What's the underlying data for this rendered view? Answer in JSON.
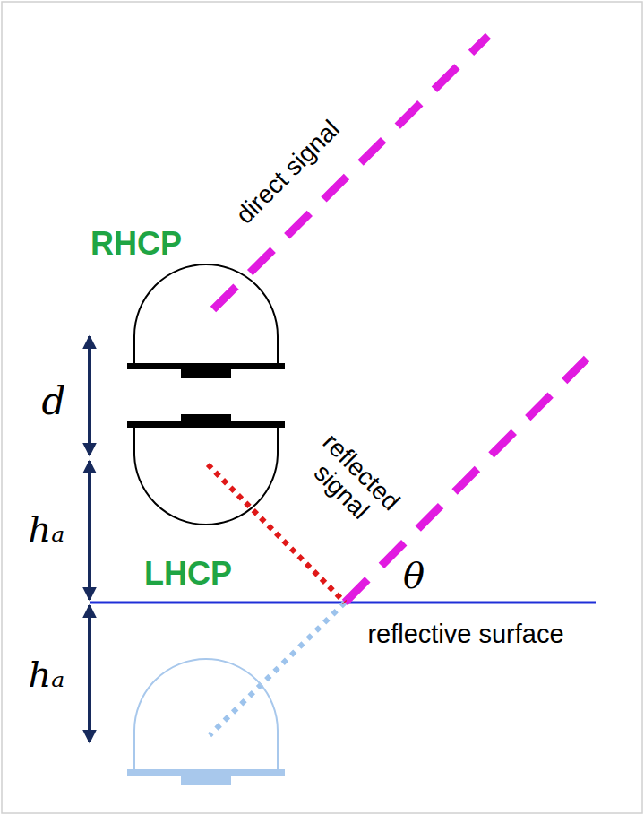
{
  "diagram": {
    "labels": [
      "direct signal",
      "RHCP",
      "d",
      "reflected signal",
      "hₐ",
      "LHCP",
      "θ",
      "reflective surface",
      "hₐ"
    ]
  }
}
